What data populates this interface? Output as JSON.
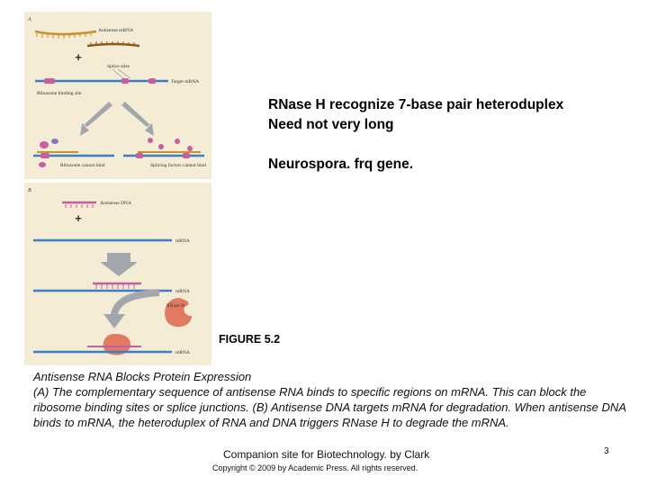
{
  "figure": {
    "panel_a": {
      "letter": "A",
      "labels": {
        "antisense_rna": "Antisense mRNA",
        "splice_sites": "Splice sites",
        "target_mrna": "Target mRNA",
        "ribosome_binding_site": "Ribosome binding site",
        "ribosome_cannot_bind": "Ribosome cannot bind",
        "splicing_factors_cannot_bind": "Splicing factors cannot bind",
        "plus": "+"
      }
    },
    "panel_b": {
      "letter": "B",
      "labels": {
        "antisense_dna": "Antisense DNA",
        "mrna": "mRNA",
        "rnase_h": "RNase H",
        "plus": "+"
      }
    },
    "colors": {
      "panel_bg": "#f5ecd6",
      "antisense_rna": "#c9912a",
      "mrna": "#3c7fc4",
      "antisense_dna": "#c65ea0",
      "rnase_h": "#e07a63",
      "arrow": "#a3a7ad"
    }
  },
  "side_text": {
    "line1": "RNase H recognize 7-base pair heteroduplex",
    "line2": "Need not very long",
    "line3": "Neurospora. frq gene."
  },
  "figure_label": "FIGURE 5.2",
  "caption": {
    "title": "Antisense RNA Blocks Protein Expression",
    "body": " (A) The complementary sequence of antisense RNA binds to specific regions on mRNA. This can block the ribosome binding sites or splice junctions. (B) Antisense DNA targets mRNA for degradation. When antisense DNA binds to mRNA, the heteroduplex of RNA and DNA triggers RNase H to degrade the mRNA."
  },
  "footer": {
    "site": "Companion site for Biotechnology. by Clark",
    "copyright": "Copyright © 2009 by Academic Press. All rights reserved.",
    "page_number": "3"
  }
}
